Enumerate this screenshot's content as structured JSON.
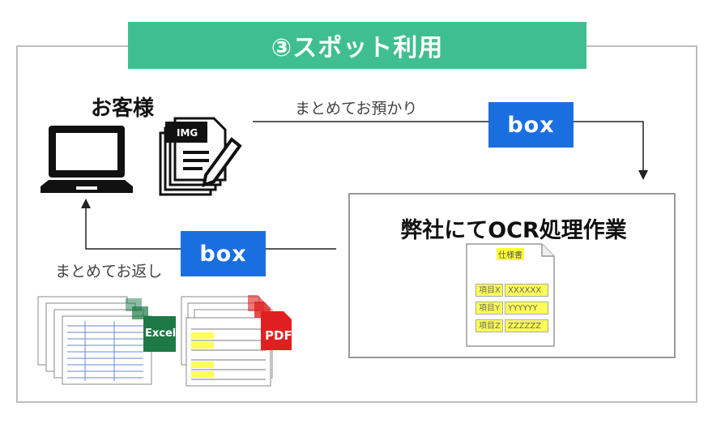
{
  "title": "③スポット利用",
  "customer_label": "お客様",
  "img_label": "IMG",
  "deposit_caption": "まとめてお預かり",
  "return_caption": "まとめてお返し",
  "box_brand": "box",
  "process_title": "弊社にてOCR処理作業",
  "spec_sheet": {
    "title": "仕様書",
    "rows": [
      {
        "label": "項目X",
        "value": "XXXXXX"
      },
      {
        "label": "項目Y",
        "value": "YYYYYY"
      },
      {
        "label": "項目Z",
        "value": "ZZZZZZ"
      }
    ]
  },
  "output_formats": {
    "excel": "Excel",
    "pdf": "PDF"
  },
  "colors": {
    "banner": "#3fbf8f",
    "box": "#1a6fe0",
    "excel": "#1d7a45",
    "pdf": "#e02020",
    "highlight": "#ffff55"
  }
}
